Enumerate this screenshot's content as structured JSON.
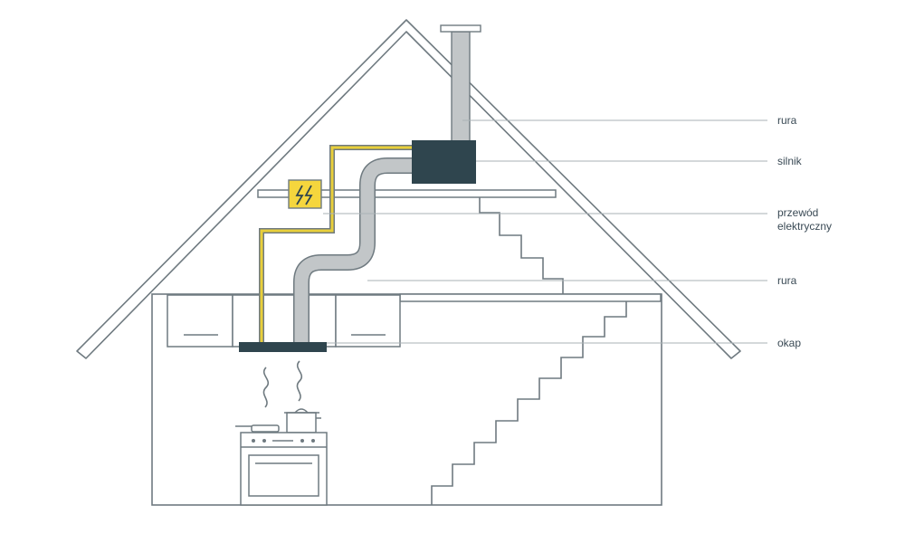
{
  "labels": {
    "pipe_top": "rura",
    "motor": "silnik",
    "wire_line1": "przewód",
    "wire_line2": "elektryczny",
    "pipe_mid": "rura",
    "hood": "okap"
  },
  "icons": {
    "electric_box": "lightning-icon"
  },
  "colors": {
    "outline": "#6f7a80",
    "motor": "#2f454e",
    "wire": "#e8cf3a",
    "pipe": "#c2c6c8",
    "electric_box": "#f5d63d",
    "label_text": "#3a4a55",
    "leader": "#aab2b6"
  }
}
